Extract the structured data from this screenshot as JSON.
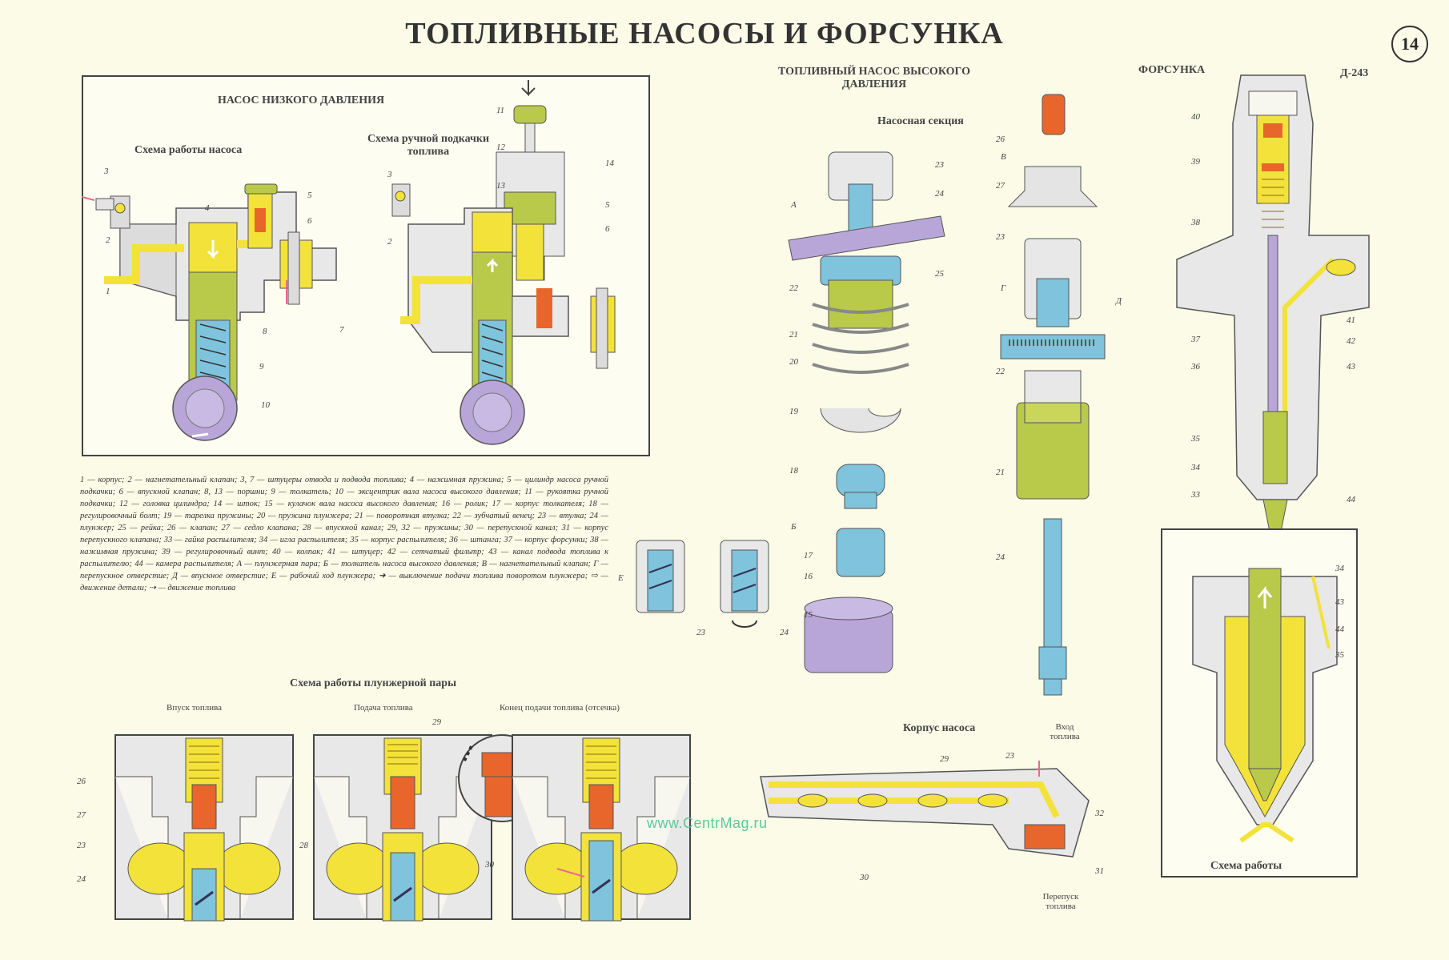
{
  "title": "ТОПЛИВНЫЕ НАСОСЫ И ФОРСУНКА",
  "sheet_number": "14",
  "left_panel": {
    "heading": "НАСОС НИЗКОГО ДАВЛЕНИЯ",
    "scheme1_title": "Схема работы насоса",
    "scheme2_title": "Схема ручной подкачки топлива"
  },
  "hp_pump": {
    "title": "ТОПЛИВНЫЙ НАСОС ВЫСОКОГО ДАВЛЕНИЯ",
    "section_title": "Насосная секция",
    "body_title": "Корпус насоса",
    "inlet": "Вход топлива",
    "bypass": "Перепуск топлива"
  },
  "injector": {
    "title": "ФОРСУНКА",
    "model": "Д-243",
    "scheme_title": "Схема работы"
  },
  "plunger_pair": {
    "title": "Схема работы плунжерной пары",
    "stage1": "Впуск топлива",
    "stage2": "Подача топлива",
    "stage3": "Конец подачи топлива (отсечка)"
  },
  "legend": "1 — корпус; 2 — нагнетательный клапан; 3, 7 — штуцеры отвода и подвода топлива; 4 — нажимная пружина; 5 — цилиндр насоса ручной подкачки; 6 — впускной клапан; 8, 13 — поршни; 9 — толкатель; 10 — эксцентрик вала насоса высокого давления; 11 — рукоятка ручной подкачки; 12 — головка цилиндра; 14 — шток; 15 — кулачок вала насоса высокого давления; 16 — ролик; 17 — корпус толкателя; 18 — регулировочный болт; 19 — тарелка пружины; 20 — пружина плунжера; 21 — поворотная втулка; 22 — зубчатый венец; 23 — втулка; 24 — плунжер; 25 — рейка; 26 — клапан; 27 — седло клапана; 28 — впускной канал; 29, 32 — пружины; 30 — перепускной канал; 31 — корпус перепускного клапана; 33 — гайка распылителя; 34 — игла распылителя; 35 — корпус распылителя; 36 — штанга; 37 — корпус форсунки; 38 — нажимная пружина; 39 — регулировочный винт; 40 — колпак; 41 — штуцер; 42 — сетчатый фильтр; 43 — канал подвода топлива к распылителю; 44 — камера распылителя; А — плунжерная пара; Б — толкатель насоса высокого давления; В — нагнетательный клапан; Г — перепускное отверстие; Д — впускное отверстие; Е — рабочий ход плунжера; ➜ — выключение подачи топлива поворотом плунжера; ⇨ — движение детали; ⇢ — движение топлива",
  "watermark": "www.CentrMag.ru",
  "part_numbers": {
    "lp1": [
      "3",
      "2",
      "1",
      "4",
      "5",
      "6",
      "7",
      "8",
      "9",
      "10"
    ],
    "lp2": [
      "11",
      "12",
      "13",
      "14",
      "3",
      "2",
      "5",
      "6"
    ],
    "section": [
      "23",
      "24",
      "25",
      "22",
      "21",
      "20",
      "19",
      "18",
      "17",
      "16",
      "15",
      "А",
      "Б"
    ],
    "valve": [
      "26",
      "В",
      "27",
      "23",
      "Г",
      "Д",
      "22",
      "21",
      "24"
    ],
    "injector": [
      "40",
      "39",
      "38",
      "37",
      "36",
      "35",
      "34",
      "33",
      "41",
      "42",
      "43",
      "44"
    ],
    "body": [
      "29",
      "23",
      "32",
      "31",
      "30"
    ],
    "plunger": [
      "26",
      "27",
      "23",
      "24",
      "28",
      "29",
      "30"
    ],
    "small": [
      "23",
      "24",
      "Е"
    ]
  },
  "colors": {
    "fuel": "#f3e23a",
    "olive": "#b9c94a",
    "blue": "#7fc3dc",
    "lavender": "#b9a6d8",
    "orange": "#e8662b",
    "metal": "#e4e4e4",
    "outline": "#555555"
  }
}
